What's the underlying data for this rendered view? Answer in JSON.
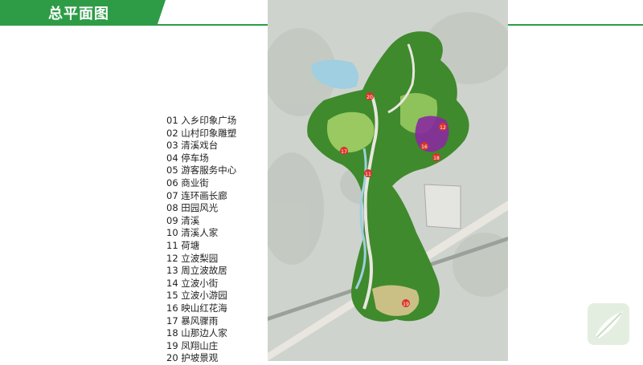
{
  "page": {
    "title": "总平面图"
  },
  "legend": {
    "items": [
      "01 入乡印象广场",
      "02 山村印象雕塑",
      "03 清溪戏台",
      "04 停车场",
      "05 游客服务中心",
      "06 商业街",
      "07 连环画长廊",
      "08 田园风光",
      "09 清溪",
      "10 清溪人家",
      "11 荷塘",
      "12 立波梨园",
      "13 周立波故居",
      "14 立波小街",
      "15 立波小游园",
      "16 映山红花海",
      "17 暴风骤雨",
      "18 山那边人家",
      "19 凤翔山庄",
      "20 护坡景观"
    ]
  },
  "map": {
    "markers": [
      "20",
      "17",
      "16",
      "18",
      "12",
      "11",
      "19"
    ],
    "colors": {
      "forest": "#3f8a2c",
      "lawn": "#a9d46a",
      "water": "#9fcfe0",
      "flower": "#8a2aa0",
      "road": "#e8e6df",
      "marker": "#d9332a",
      "background": "#cfd3ce"
    }
  },
  "colors": {
    "accent": "#2e9c46"
  },
  "logo": {
    "icon": "leaf-logo-icon"
  }
}
